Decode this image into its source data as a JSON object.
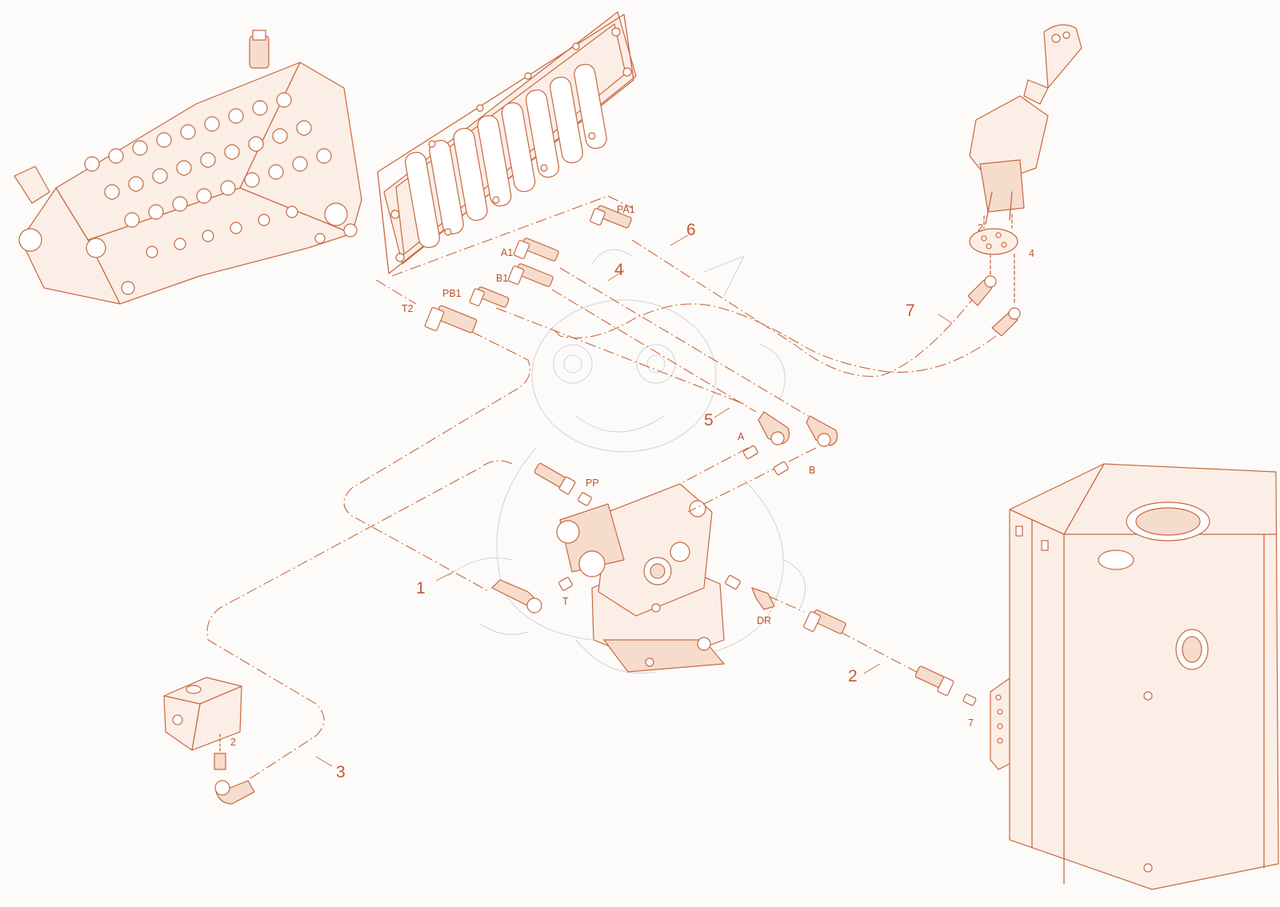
{
  "diagram": {
    "callouts": [
      "1",
      "2",
      "3",
      "4",
      "5",
      "6",
      "7"
    ],
    "port_labels": {
      "pa1": "PA1",
      "a1": "A1",
      "b1": "B1",
      "pb1": "PB1",
      "t2": "T2",
      "a": "A",
      "b": "B",
      "pp": "PP",
      "t": "T",
      "dr": "DR"
    },
    "joystick_labels": [
      "2",
      "4"
    ],
    "block_label": "2",
    "tank_label": "7"
  },
  "colors": {
    "line": "#c8683f",
    "text": "#c15a34",
    "background": "#fdfbf9"
  }
}
